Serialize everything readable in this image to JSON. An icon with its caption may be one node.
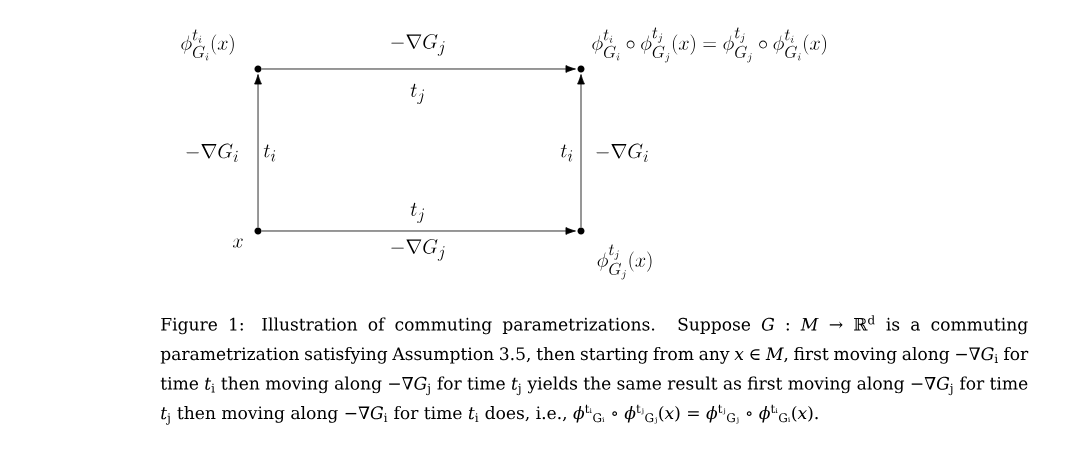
{
  "diagram": {
    "caption": "Figure 1: Illustration of commuting parametrizations. Suppose *G* : *M* → ℝ$^{d}$ is a commuting parametrization satisfying Assumption 3.5, then starting from any *x* ∈ *M*, first moving along −∇*G*$_{i}$ for time *t*$_{i}$ then moving along −∇*G*$_{j}$ for time *t*$_{j}$ yields the same result as first moving along −∇*G*$_{j}$ for time *t*$_{j}$ then moving along −∇*G*$_{i}$ for time *t*$_{i}$ does, i.e., *ϕ*$^{tᵢ}$$_{Gᵢ}$ ∘ *ϕ*$^{tⱼ}$$_{Gⱼ}$(*x*) = *ϕ*$^{tⱼ}$$_{Gⱼ}$ ∘ *ϕ*$^{tᵢ}$$_{Gᵢ}$(*x*).",
    "nodes": [
      {
        "text": [],
        "shape": "circle",
        "beside": [
          "x"
        ]
      },
      {
        "text": [],
        "shape": "circle",
        "beside": [
          "\\phi^{t_i}_{G_i}(x)"
        ]
      },
      {
        "text": [],
        "shape": "circle",
        "beside": [
          "\\phi^{t_i}_{G_i}\\circ\\phi^{t_j}_{G_j}(x)=\\phi^{t_j}_{G_j}\\circ\\phi^{t_i}_{G_i}(x)"
        ]
      },
      {
        "text": [],
        "shape": "circle",
        "beside": [
          "\\phi^{t_j}_{G_j}(x)"
        ]
      }
    ],
    "edges": [
      {
        "from": 0,
        "to": 1,
        "arrow": "to",
        "label": "-\\nabla G_i"
      },
      {
        "from": 1,
        "to": 2,
        "arrow": "to",
        "label": "-\\nabla G_j"
      },
      {
        "from": 0,
        "to": 3,
        "arrow": "to",
        "label": "-\\nabla G_j"
      },
      {
        "from": 3,
        "to": 2,
        "arrow": "to",
        "label": "-\\nabla G_i"
      }
    ],
    "labels": [
      "t_j",
      "t_i",
      "t_i",
      "t_j"
    ]
  }
}
